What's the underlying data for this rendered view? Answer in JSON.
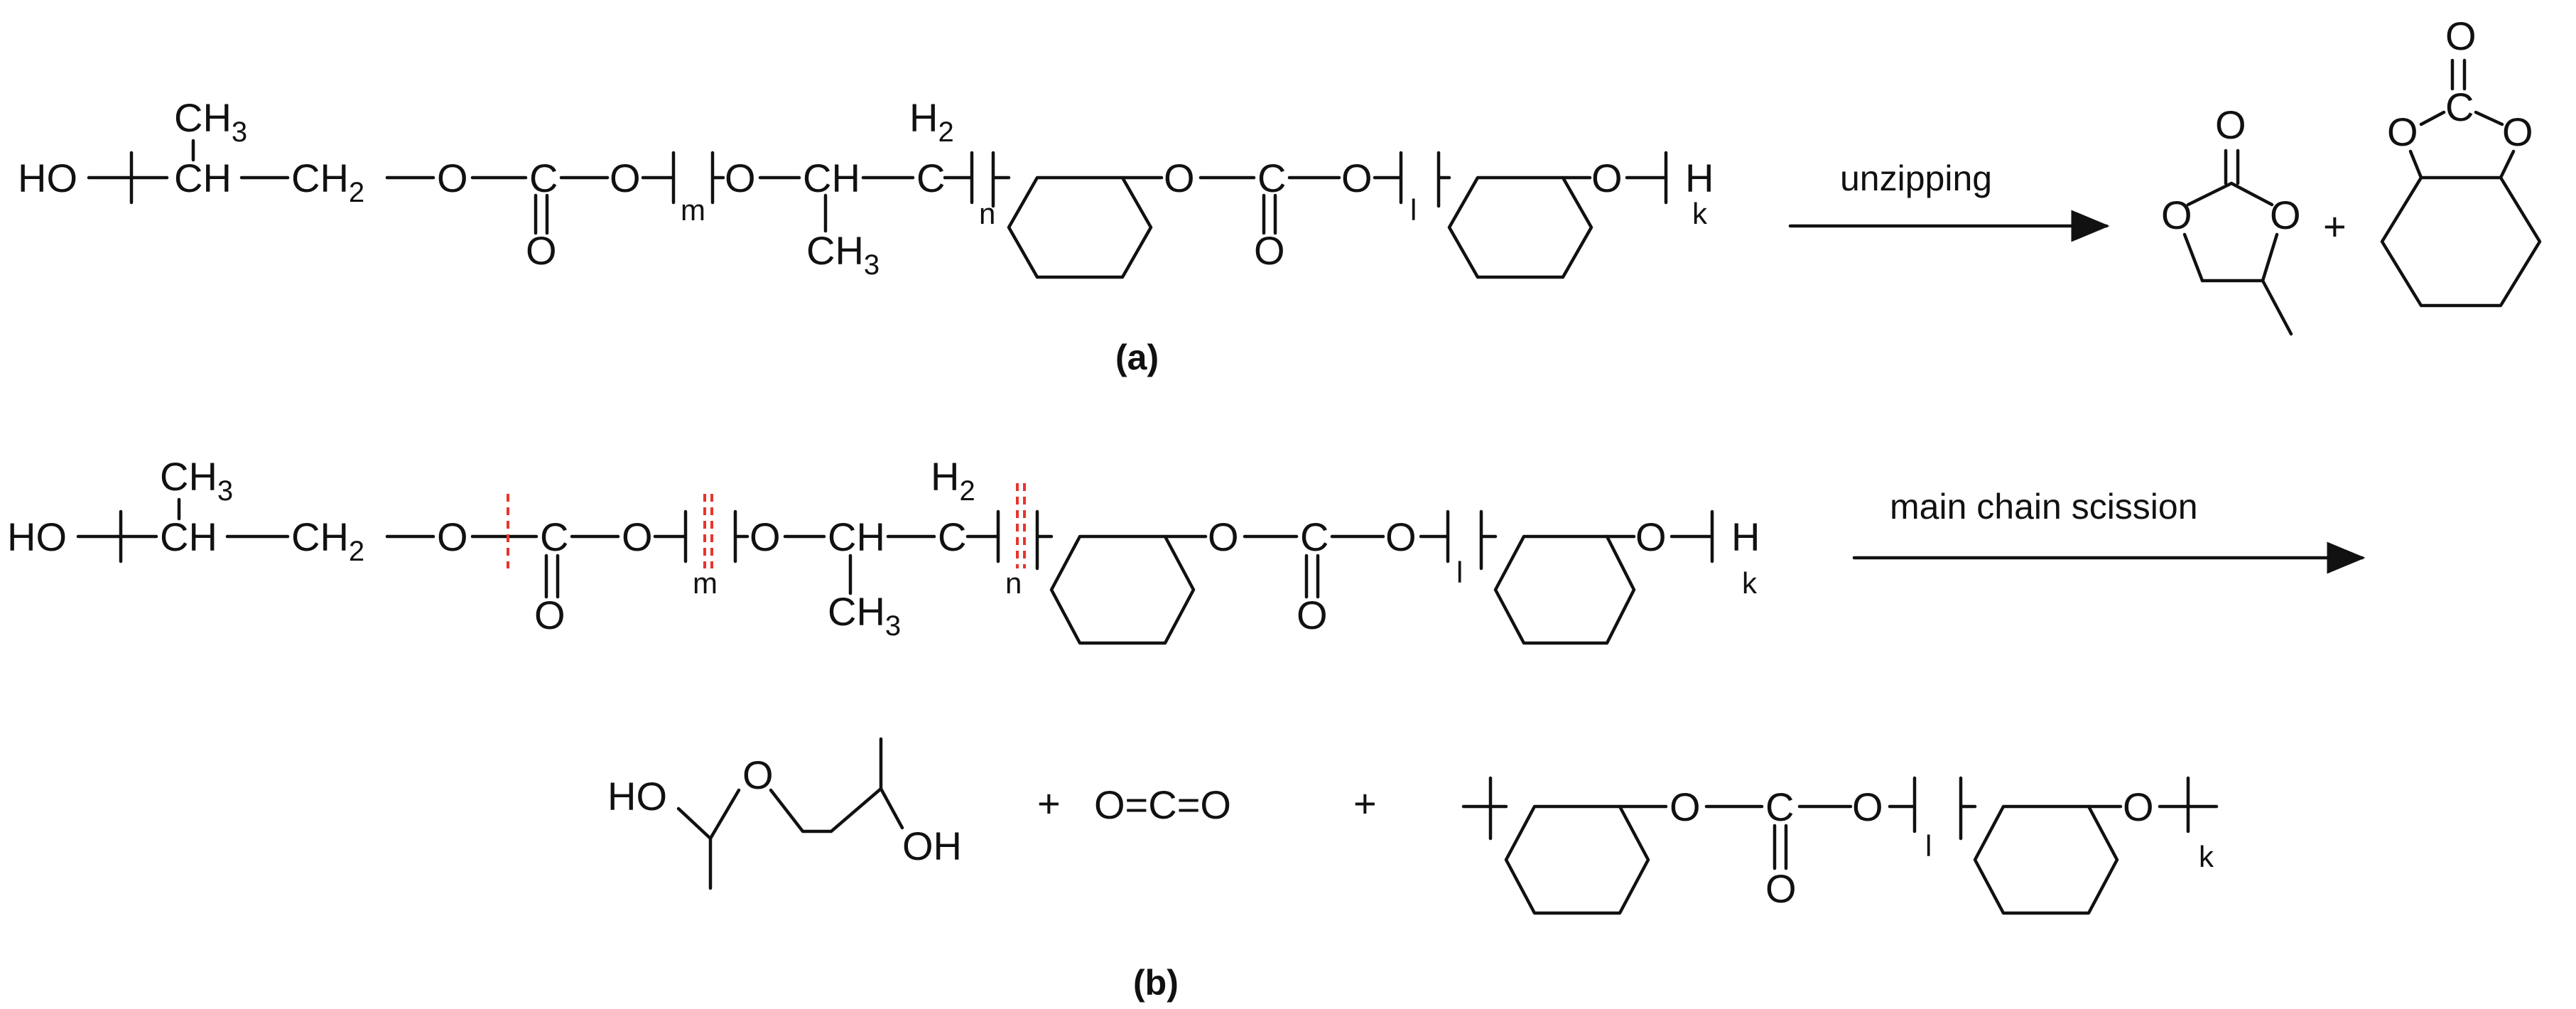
{
  "panel_a": {
    "label": "(a)",
    "arrow_label": "unzipping",
    "chain": {
      "ho": "HO",
      "ch3_top": "CH",
      "ch3_top_sub": "3",
      "ch": "CH",
      "ch2": "CH",
      "ch2_sub": "2",
      "o1": "O",
      "c1": "C",
      "o2": "O",
      "o_dbl": "O",
      "m": "m",
      "o3": "O",
      "ch_b": "CH",
      "ch3_b": "CH",
      "ch3_b_sub": "3",
      "h2": "H",
      "h2_sub": "2",
      "c_b": "C",
      "n": "n",
      "o4": "O",
      "c2": "C",
      "o5": "O",
      "o_dbl2": "O",
      "l": "l",
      "o6": "O",
      "h_end": "H",
      "k": "k"
    },
    "product1": {
      "o_a": "O",
      "o_b": "O",
      "o_c": "O"
    },
    "plus": "+",
    "product2": {
      "o_a": "O",
      "o_b": "O",
      "o_c": "O",
      "c": "C"
    }
  },
  "panel_b": {
    "label": "(b)",
    "arrow_label": "main chain scission",
    "chain": {
      "ho": "HO",
      "ch3_top": "CH",
      "ch3_top_sub": "3",
      "ch": "CH",
      "ch2": "CH",
      "ch2_sub": "2",
      "o1": "O",
      "c1": "C",
      "o2": "O",
      "o_dbl": "O",
      "m": "m",
      "o3": "O",
      "ch_b": "CH",
      "ch3_b": "CH",
      "ch3_b_sub": "3",
      "h2": "H",
      "h2_sub": "2",
      "c_b": "C",
      "n": "n",
      "o4": "O",
      "c2": "C",
      "o5": "O",
      "o_dbl2": "O",
      "l": "l",
      "o6": "O",
      "h_end": "H",
      "k": "k"
    },
    "products": {
      "diol_ho": "HO",
      "diol_o": "O",
      "diol_oh": "OH",
      "plus1": "+",
      "co2": "O=C=O",
      "plus2": "+",
      "poly_o1": "O",
      "poly_c": "C",
      "poly_o2": "O",
      "poly_o_dbl": "O",
      "poly_l": "l",
      "poly_o3": "O",
      "poly_k": "k"
    }
  }
}
